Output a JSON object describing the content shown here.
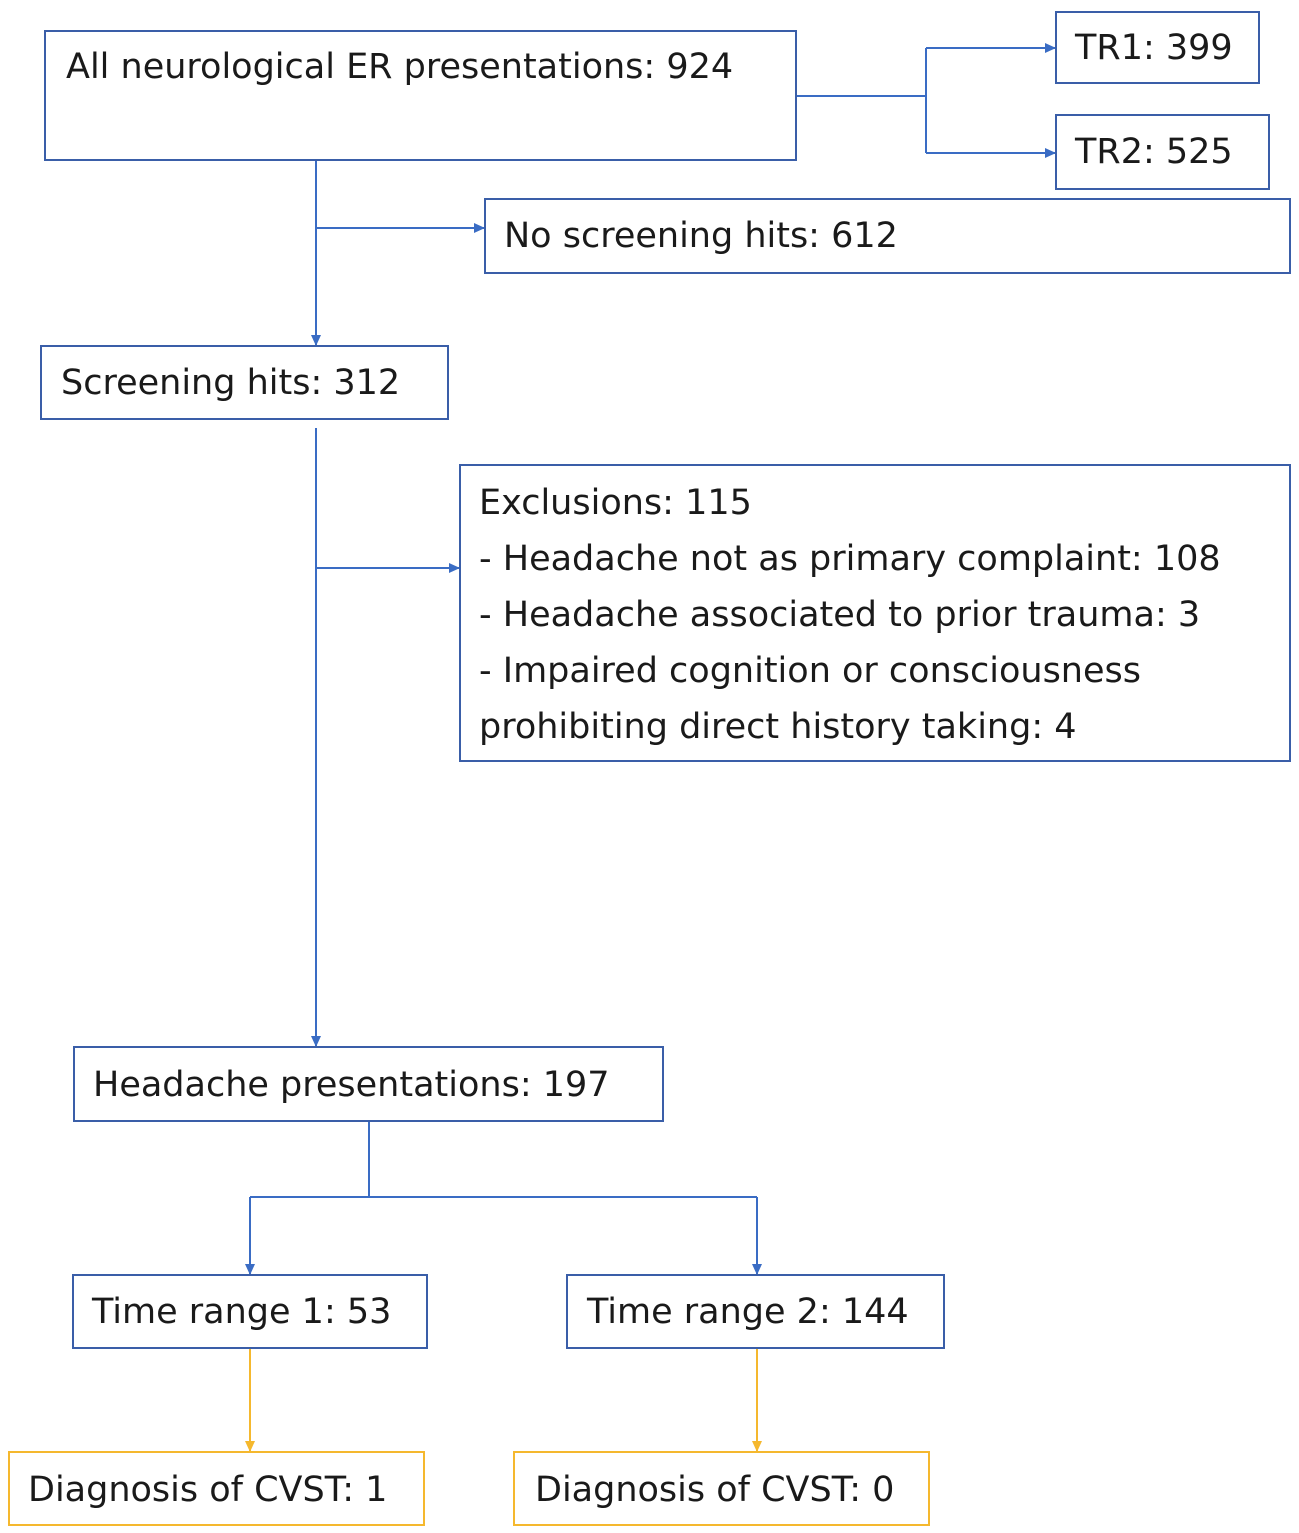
{
  "colors": {
    "box_border": "#3a5ea8",
    "connector": "#3a6cc4",
    "outcome_border": "#f5b82e",
    "outcome_connector": "#f5b82e",
    "text": "#1a1a1a"
  },
  "boxes": {
    "all_presentations": "All neurological ER presentations: 924",
    "tr1": "TR1: 399",
    "tr2": "TR2: 525",
    "no_screening_hits": "No screening hits: 612",
    "screening_hits": "Screening hits: 312",
    "exclusions": {
      "title": "Exclusions: 115",
      "items": [
        "- Headache not as primary complaint: 108",
        "- Headache associated to prior trauma: 3",
        "- Impaired cognition or consciousness",
        "prohibiting direct history taking: 4"
      ]
    },
    "headache_presentations": "Headache presentations: 197",
    "time_range_1": "Time range 1:  53",
    "time_range_2": "Time range 2:  144",
    "diagnosis_1": "Diagnosis of CVST: 1",
    "diagnosis_2": "Diagnosis of CVST: 0"
  }
}
